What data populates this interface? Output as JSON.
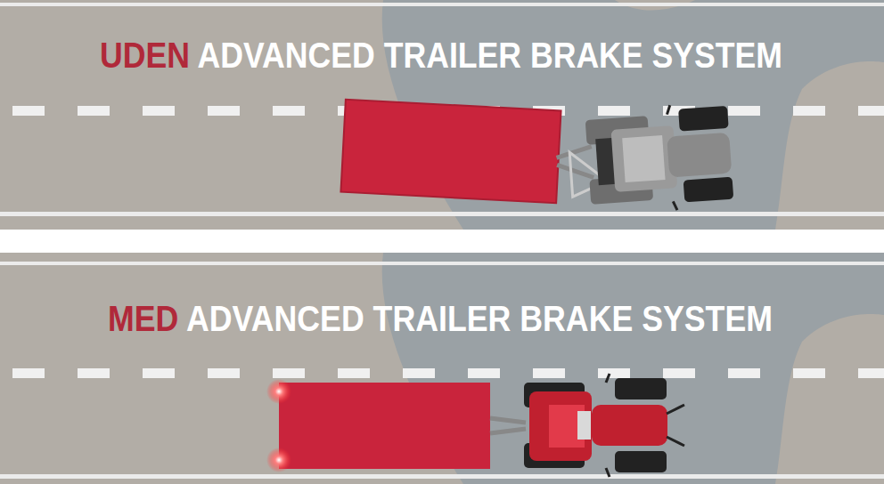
{
  "diagram": {
    "labels": [
      "UDEN",
      "ADVANCED TRAILER BRAKE SYSTEM",
      "MED",
      "ADVANCED TRAILER BRAKE SYSTEM"
    ]
  }
}
